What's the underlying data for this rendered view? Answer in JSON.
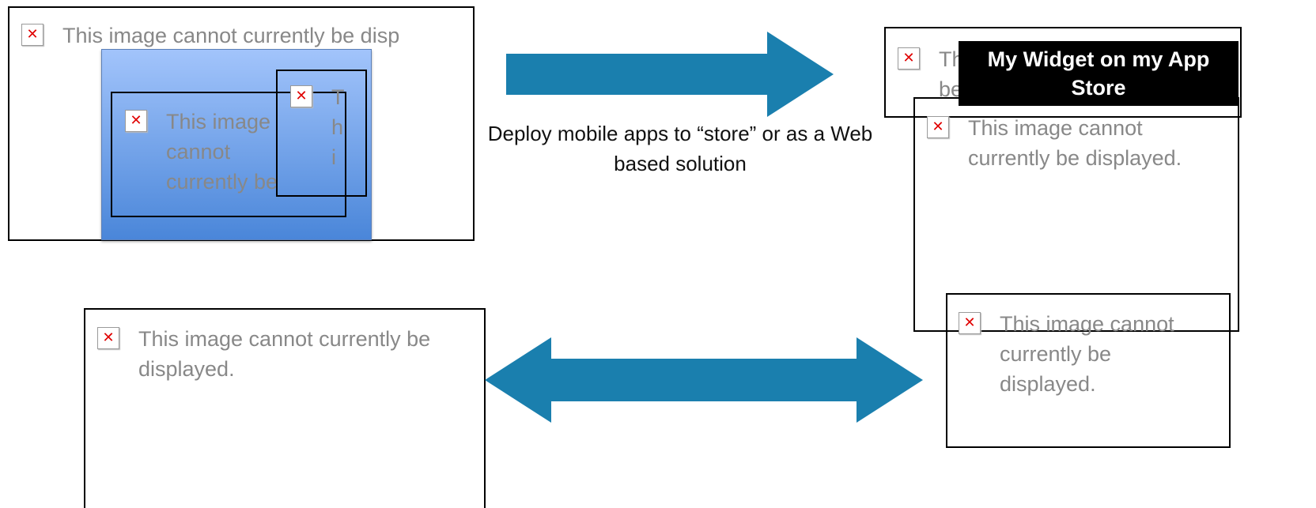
{
  "placeholder_text": "This image cannot currently be displayed.",
  "fragments": {
    "tl_top": "This image cannot currently be disp",
    "tl_inner": "This image cannot currently be",
    "tl_narrow": "This",
    "tr_top": "This image cannot currently be",
    "tr_mid": "This image cannot currently be displayed.",
    "right_bottom": "This image cannot currently be displayed.",
    "bottom_left": "This image cannot currently be displayed."
  },
  "caption": "Deploy mobile apps to “store” or as a Web based solution",
  "store_label": "My Widget on my App Store",
  "icons": {
    "broken_image": "broken-image-icon",
    "right_arrow": "right-arrow",
    "double_arrow": "double-arrow"
  },
  "colors": {
    "arrow": "#1a7fae",
    "placeholder_text": "#888888",
    "blue_panel_top": "#a2c4fb",
    "blue_panel_bottom": "#4a86d9"
  }
}
